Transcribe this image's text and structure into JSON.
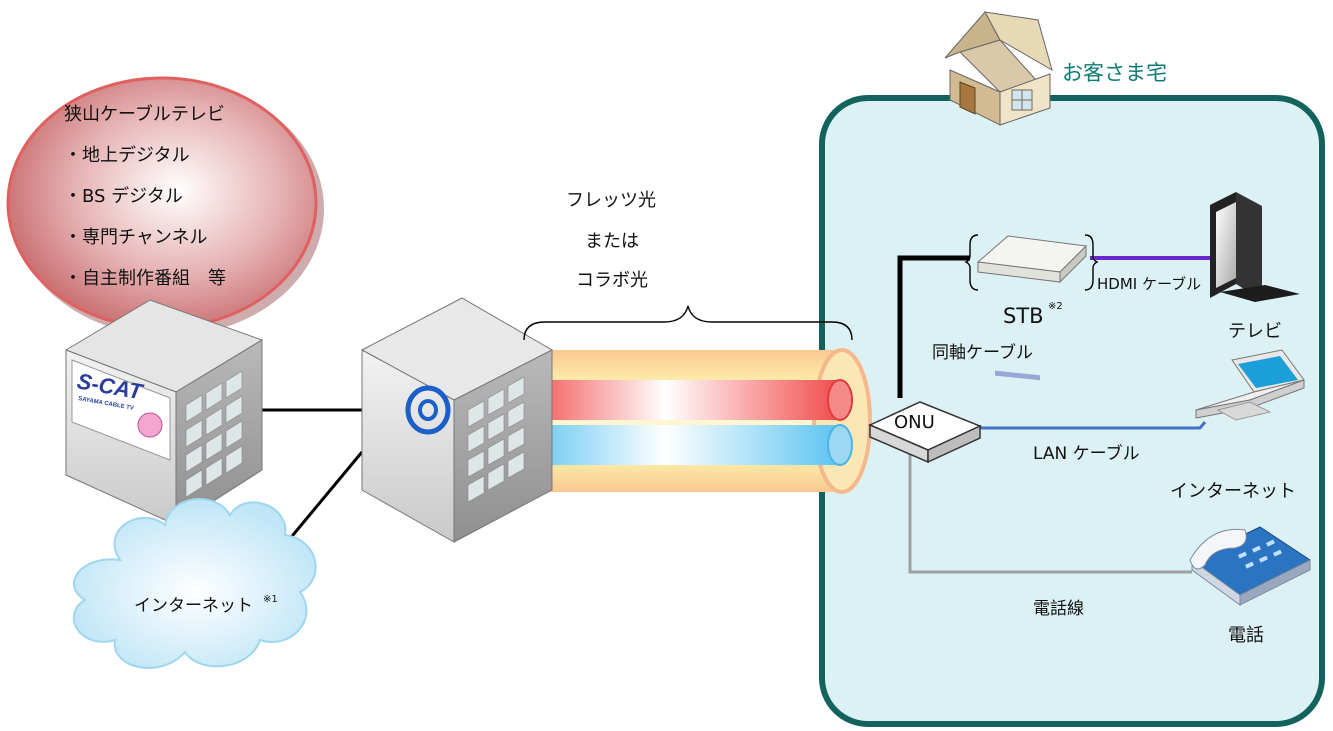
{
  "broadcaster": {
    "name": "狭山ケーブルテレビ",
    "services": [
      "・地上デジタル",
      "・BS デジタル",
      "・専門チャンネル",
      "・自主制作番組　等"
    ],
    "logo_text": "S-CAT",
    "logo_subtext": "SAYAMA CABLE TV"
  },
  "internet_cloud": {
    "label": "インターネット",
    "note": "※1"
  },
  "fiber": {
    "line1": "フレッツ光",
    "line2": "または",
    "line3": "コラボ光"
  },
  "home": {
    "title": "お客さま宅",
    "onu": "ONU",
    "stb": "STB",
    "stb_note": "※2",
    "hdmi_cable": "HDMI ケーブル",
    "coax_cable": "同軸ケーブル",
    "lan_cable": "LAN ケーブル",
    "phone_line": "電話線",
    "tv": "テレビ",
    "internet": "インターネット",
    "phone": "電話"
  },
  "colors": {
    "home_border": "#13625e",
    "home_fill": "#dcf1f4",
    "bubble_fill": "#d8898b",
    "bubble_border": "#e06060",
    "hdmi_line": "#6a28c8",
    "lan_line": "#4472c4",
    "phone_line": "#a0a0a0"
  }
}
